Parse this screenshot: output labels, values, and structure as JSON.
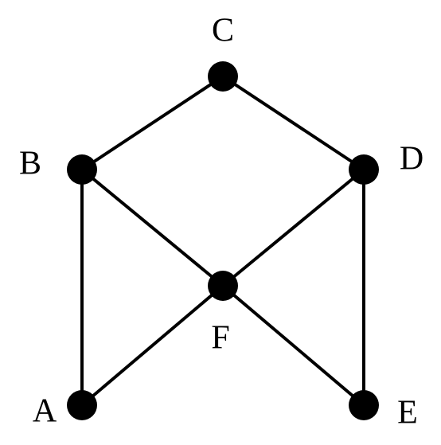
{
  "graph": {
    "nodes": [
      {
        "id": "C",
        "label": "C"
      },
      {
        "id": "B",
        "label": "B"
      },
      {
        "id": "D",
        "label": "D"
      },
      {
        "id": "F",
        "label": "F"
      },
      {
        "id": "A",
        "label": "A"
      },
      {
        "id": "E",
        "label": "E"
      }
    ],
    "edges": [
      [
        "C",
        "B"
      ],
      [
        "C",
        "D"
      ],
      [
        "B",
        "F"
      ],
      [
        "B",
        "A"
      ],
      [
        "D",
        "F"
      ],
      [
        "D",
        "E"
      ],
      [
        "F",
        "A"
      ],
      [
        "F",
        "E"
      ]
    ],
    "colors": {
      "node": "#000000",
      "edge": "#000000",
      "label": "#000000",
      "background": "#ffffff"
    }
  }
}
